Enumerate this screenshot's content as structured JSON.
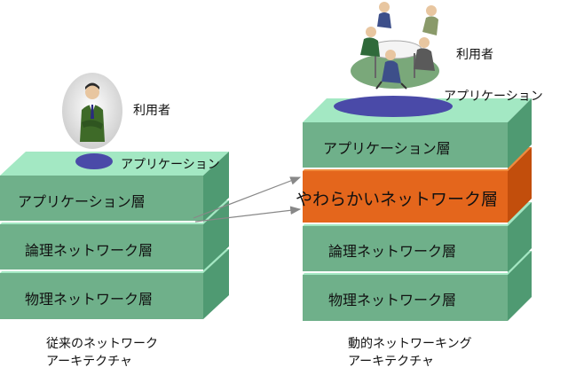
{
  "left": {
    "user_label": "利用者",
    "app_label": "アプリケーション",
    "layers": [
      "アプリケーション層",
      "論理ネットワーク層",
      "物理ネットワーク層"
    ],
    "caption": [
      "従来のネットワーク",
      "アーキテクチャ"
    ]
  },
  "right": {
    "user_label": "利用者",
    "app_label": "アプリケーション",
    "layers": [
      "アプリケーション層",
      "やわらかいネットワーク層",
      "論理ネットワーク層",
      "物理ネットワーク層"
    ],
    "caption": [
      "動的ネットワーキング",
      "アーキテクチャ"
    ]
  },
  "colors": {
    "layer_front": "#6fb08a",
    "layer_top": "#a3e8c3",
    "layer_side": "#4f9a72",
    "soft_layer_front": "#e4661c",
    "soft_layer_top": "#f08a3c",
    "soft_layer_side": "#c24e0c",
    "app_disc": "#4a4aa8",
    "arrow": "#888888"
  },
  "icons": [
    "person-silhouette-icon",
    "meeting-group-icon"
  ]
}
